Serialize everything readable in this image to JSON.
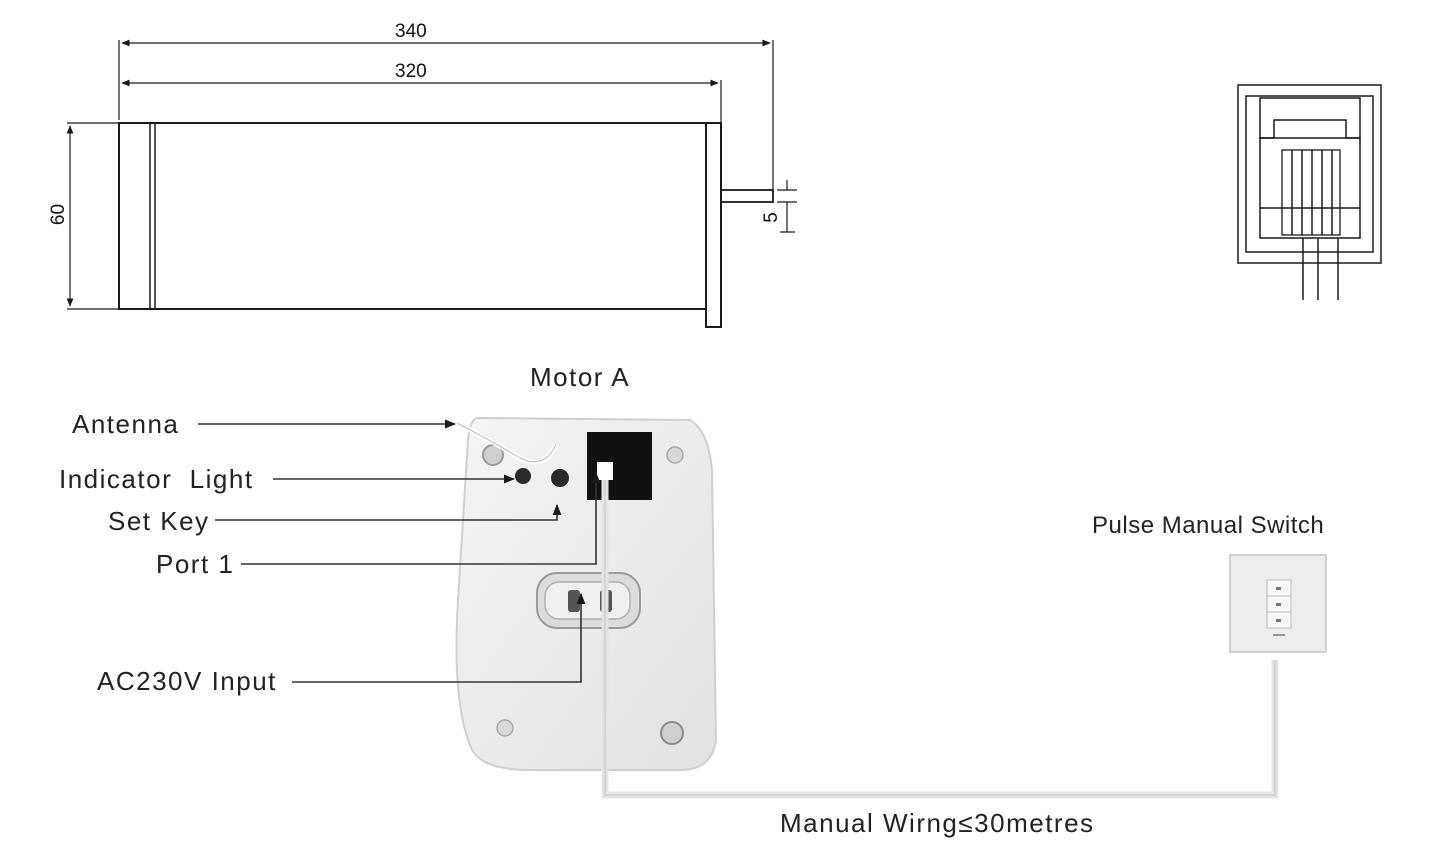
{
  "drawing": {
    "dim_overall_length": "340",
    "dim_tube_length": "320",
    "dim_diameter": "60",
    "dim_shaft": "5"
  },
  "motor": {
    "title": "Motor A",
    "label_antenna": "Antenna",
    "label_indicator": "Indicator  Light",
    "label_set_key": "Set Key",
    "label_port": "Port 1",
    "label_power": "AC230V Input"
  },
  "switch": {
    "title": "Pulse Manual Switch"
  },
  "wiring": {
    "label": "Manual Wirng≤30metres"
  },
  "colors": {
    "line": "#1a1a1a",
    "panel": "#ececec",
    "panel_edge": "#c8c8c8",
    "port": "#111111",
    "cable": "#e6e6e6"
  }
}
